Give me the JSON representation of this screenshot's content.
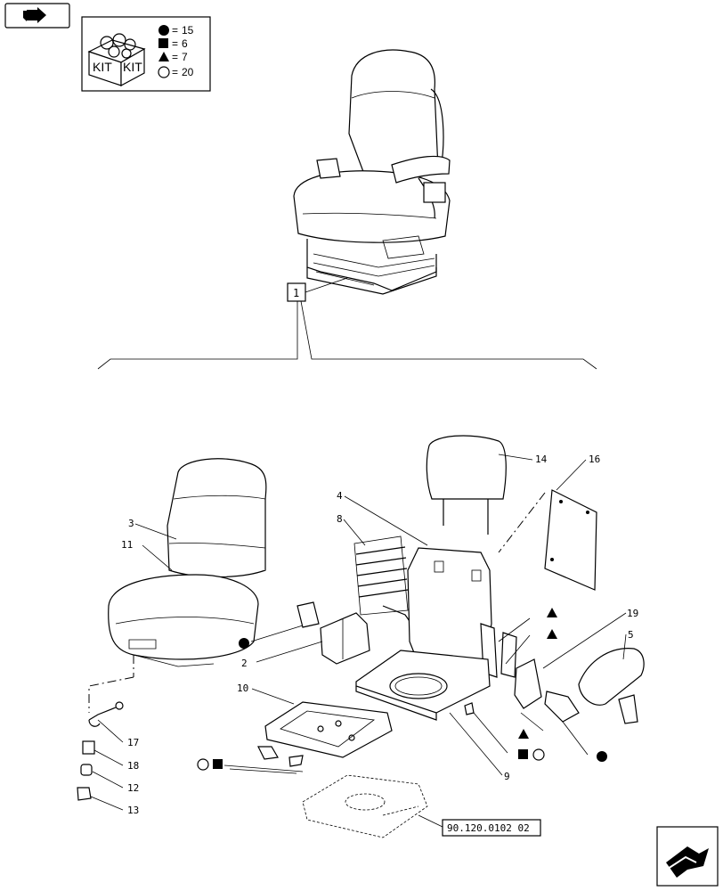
{
  "kit_legend": {
    "kit_text_left": "KIT",
    "kit_text_right": "KIT",
    "entries": [
      {
        "symbol": "filled-circle",
        "count": "15"
      },
      {
        "symbol": "filled-square",
        "count": "6"
      },
      {
        "symbol": "filled-triangle",
        "count": "7"
      },
      {
        "symbol": "open-circle",
        "count": "20"
      }
    ]
  },
  "assembly_label": "1",
  "part_labels": {
    "p2": "2",
    "p3": "3",
    "p4": "4",
    "p5": "5",
    "p8": "8",
    "p9": "9",
    "p10": "10",
    "p11": "11",
    "p12": "12",
    "p13": "13",
    "p14": "14",
    "p16": "16",
    "p17": "17",
    "p18": "18",
    "p19": "19"
  },
  "reference_code": "90.120.0102 02",
  "colors": {
    "line": "#000000",
    "background": "#ffffff"
  }
}
